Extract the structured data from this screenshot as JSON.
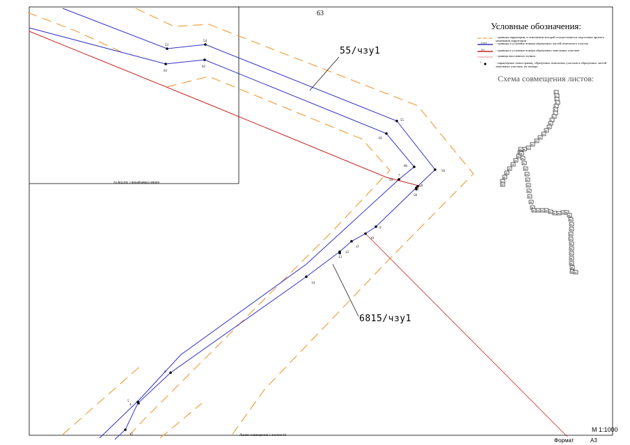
{
  "sheet_number": "63",
  "legend": {
    "title": "Условные обозначения:",
    "items": [
      {
        "swatch": "",
        "color": "#f0a040",
        "style": "dashed",
        "text": "- границы территории, в отношении которой осуществляется подготовка проекта межевания территории"
      },
      {
        "swatch": ":1/чзу1",
        "color": "#3030c8",
        "style": "solid",
        "text": "- границы и условные номера образуемых частей земельного участка"
      },
      {
        "swatch": ":ЗУ1",
        "color": "#c82020",
        "style": "solid",
        "text": "- границы и условные номера образуемых земельных участков"
      },
      {
        "swatch": "",
        "color": "#c82020",
        "style": "thin",
        "text": "- граница населенного пункта"
      },
      {
        "swatch": "1",
        "color": "#000000",
        "style": "point",
        "text": "- характерные точки границ, образуемых земельных участков и образуемых частей земельных участков, их номера"
      }
    ]
  },
  "scheme_title": "Схема совмещения листов:",
  "parcel_labels": {
    "upper": "55/чзу1",
    "lower": "6815/чзу1"
  },
  "joint_lines": {
    "inset": "Линия совмещения с листом 62",
    "bottom": "Линия совмещения с листом 64"
  },
  "scale": "М 1:1000",
  "format": {
    "label": "Формат",
    "value": "А3"
  },
  "colors": {
    "blue": "#3030c8",
    "orange": "#f0a040",
    "red": "#c82020"
  },
  "points": [
    {
      "id": "53"
    },
    {
      "id": "54"
    },
    {
      "id": "63"
    },
    {
      "id": "62"
    },
    {
      "id": "55"
    },
    {
      "id": "61"
    },
    {
      "id": "60"
    },
    {
      "id": "56"
    },
    {
      "id": "59"
    },
    {
      "id": "7"
    },
    {
      "id": "8"
    },
    {
      "id": "57"
    },
    {
      "id": "58"
    },
    {
      "id": "9"
    },
    {
      "id": "10"
    },
    {
      "id": "11"
    },
    {
      "id": "12"
    },
    {
      "id": "13"
    },
    {
      "id": "14"
    },
    {
      "id": "6"
    },
    {
      "id": "5"
    },
    {
      "id": "4"
    },
    {
      "id": "15"
    }
  ],
  "scheme_sheets": [
    "1",
    "2",
    "3",
    "4",
    "5",
    "6",
    "7",
    "8",
    "9",
    "10",
    "11",
    "12",
    "13",
    "14",
    "15",
    "16",
    "17",
    "18",
    "19",
    "20",
    "21",
    "22",
    "23",
    "24",
    "25",
    "26",
    "27",
    "28",
    "29",
    "30",
    "31",
    "32",
    "33",
    "34",
    "35",
    "36",
    "37",
    "38",
    "39",
    "40",
    "41",
    "42",
    "43",
    "44",
    "45",
    "46",
    "47",
    "48",
    "49",
    "50",
    "51",
    "52",
    "53",
    "54",
    "55",
    "56",
    "57",
    "58",
    "59",
    "60",
    "61",
    "62",
    "63",
    "64",
    "65",
    "66"
  ],
  "scheme_current": "63"
}
